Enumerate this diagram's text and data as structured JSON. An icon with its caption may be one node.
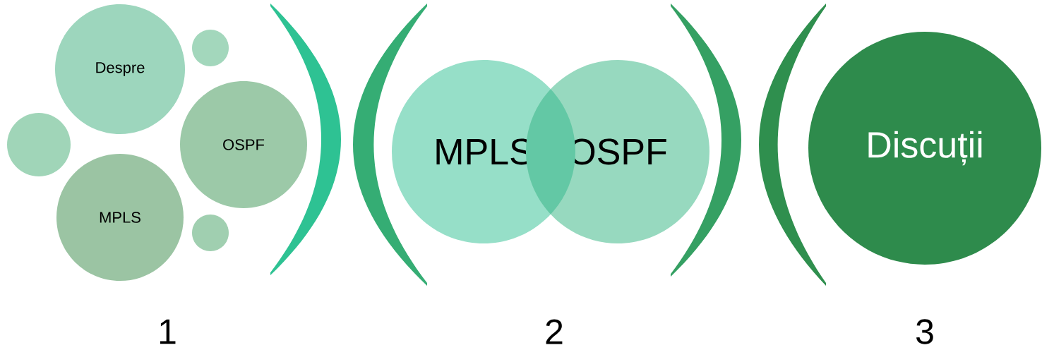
{
  "diagram": {
    "nodes": [
      {
        "text": [
          "Despre"
        ]
      },
      {
        "text": [],
        "shape": "circle"
      },
      {
        "text": [],
        "shape": "circle"
      },
      {
        "text": [
          "OSPF"
        ]
      },
      {
        "text": [
          "MPLS"
        ]
      },
      {
        "text": [],
        "shape": "circle"
      },
      {
        "text": [
          "MPLS"
        ]
      },
      {
        "text": [
          "OSPF"
        ]
      },
      {
        "text": [
          "Discuții"
        ]
      }
    ],
    "labels": [
      "1",
      "2",
      "3"
    ]
  }
}
